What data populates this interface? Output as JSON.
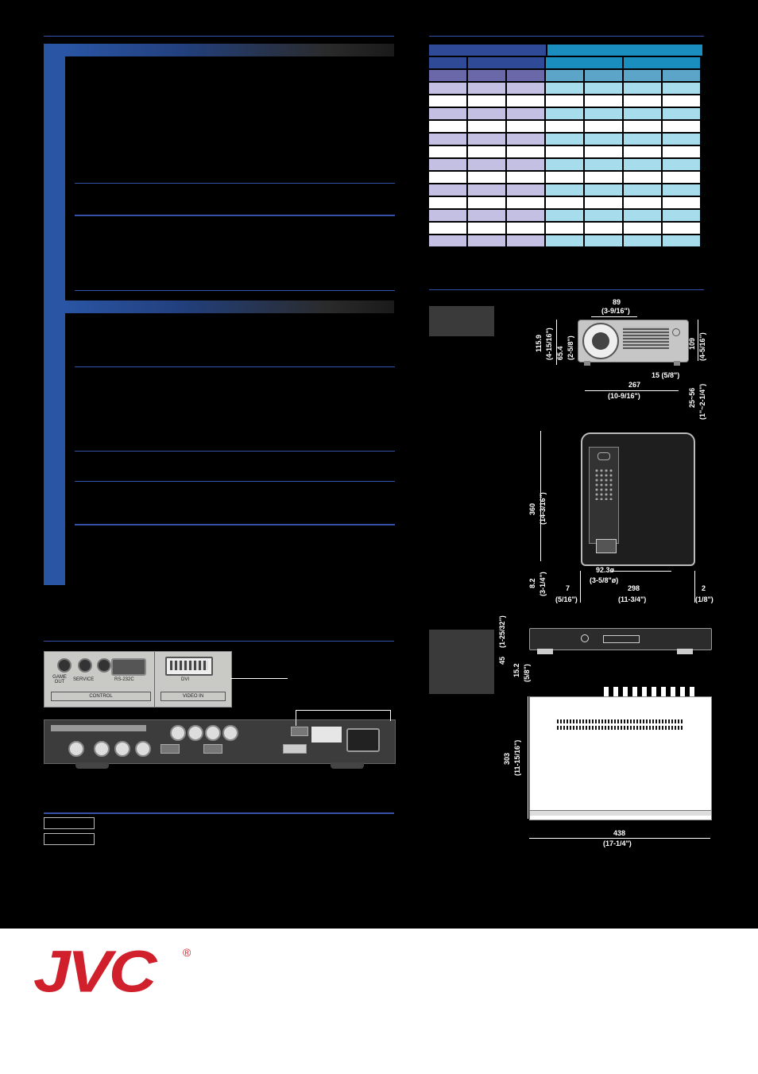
{
  "brand": {
    "logo_text": "JVC",
    "registered_mark": "®",
    "logo_color": "#d0202c"
  },
  "colors": {
    "accent_blue": "#2a55a4",
    "rule_blue": "#3550a8",
    "teal": "#1a8fbf",
    "lavender": "#c4c0e4",
    "light_cyan": "#a6dcec"
  },
  "rear_panel": {
    "labels": [
      "GAME OUT",
      "SERVICE",
      "RS-232C",
      "DVI"
    ],
    "section_labels": [
      "CONTROL",
      "VIDEO IN"
    ]
  },
  "projector_front": {
    "width_top": "89",
    "width_top_in": "(3-9/16\")",
    "height_total": "115.9",
    "height_total_in": "(4-15/16\")",
    "lens_height": "65.4",
    "lens_height_in": "(2-5/8\")",
    "body_height": "109",
    "body_height_in": "(4-5/16\")",
    "foot_offset": "15 (5/8\")",
    "foot_span": "267",
    "foot_span_in": "(10-9/16\")",
    "foot_adj": "25~56",
    "foot_adj_in": "(1\"~2-1/4\")"
  },
  "projector_top": {
    "depth": "360",
    "depth_in": "(14-3/16\")",
    "lens_dia": "92.3ø",
    "lens_dia_in": "(3-5/8\"ø)",
    "lens_protrude": "8.2",
    "lens_protrude_in": "(3-1/4\")",
    "left_offset": "7",
    "left_offset_in": "(5/16\")",
    "width": "298",
    "width_in": "(11-3/4\")",
    "right_offset": "2",
    "right_offset_in": "(1/8\")"
  },
  "processor": {
    "height": "45",
    "height_in": "(1-25/32\")",
    "foot_height": "15.2",
    "foot_height_in": "(5/8\")",
    "depth": "303",
    "depth_in": "(11-15/16\")",
    "width": "438",
    "width_in": "(17-1/4\")"
  }
}
